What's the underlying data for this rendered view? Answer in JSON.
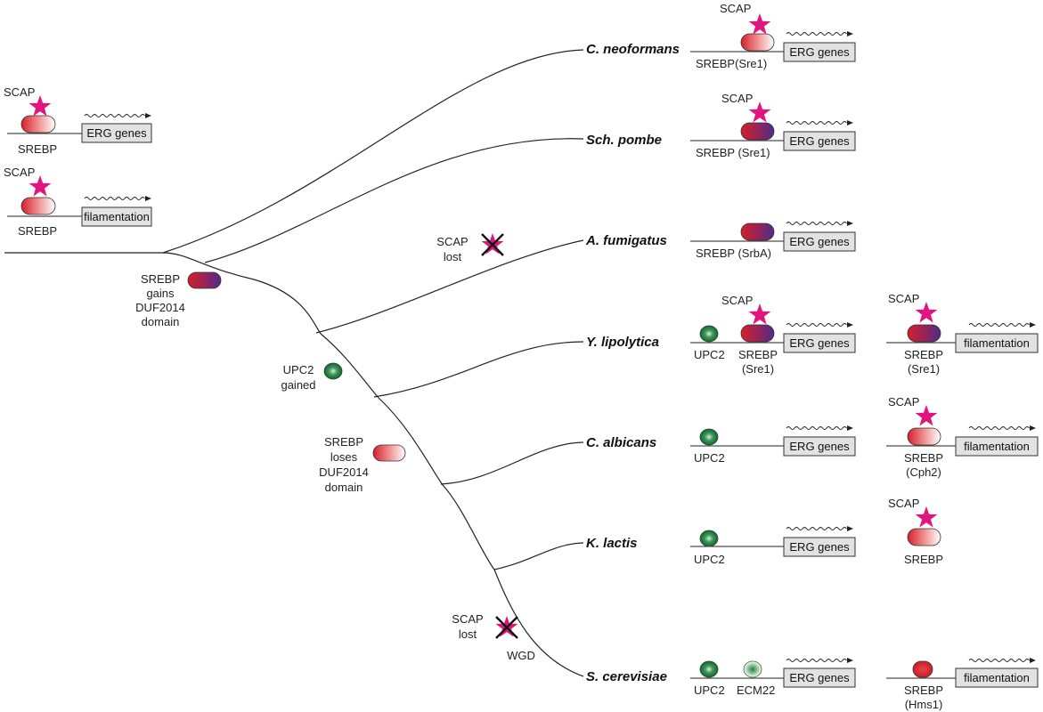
{
  "colors": {
    "scap": "#e0157f",
    "srebp_red": "#d4202b",
    "srebp_purple": "#4b2d8a",
    "upc2": "#2d7b4a",
    "box_fill": "#e2e2e2"
  },
  "ancestor": {
    "scap_label": "SCAP",
    "srebp_label": "SREBP",
    "erg_box": "ERG genes",
    "filament_box": "filamentation"
  },
  "events": {
    "gain_text": [
      "SREBP",
      "gains",
      "DUF2014",
      "domain"
    ],
    "upc2_text": [
      "UPC2",
      "gained"
    ],
    "lose_text": [
      "SREBP",
      "loses",
      "DUF2014",
      "domain"
    ],
    "scap_lost_1": [
      "SCAP",
      "lost"
    ],
    "scap_lost_2": [
      "SCAP",
      "lost"
    ],
    "wgd": "WGD"
  },
  "species": [
    {
      "name": "C. neoformans",
      "scap": "SCAP",
      "srebp": "SREBP(Sre1)",
      "box": "ERG genes"
    },
    {
      "name": "Sch. pombe",
      "scap": "SCAP",
      "srebp": "SREBP (Sre1)",
      "box": "ERG genes"
    },
    {
      "name": "A. fumigatus",
      "srebp": "SREBP (SrbA)",
      "box": "ERG genes"
    },
    {
      "name": "Y. lipolytica",
      "scap": "SCAP",
      "upc2": "UPC2",
      "srebp_l1": "SREBP",
      "srebp_l2": "(Sre1)",
      "box": "ERG genes",
      "r_scap": "SCAP",
      "r_srebp_l1": "SREBP",
      "r_srebp_l2": "(Sre1)",
      "r_box": "filamentation"
    },
    {
      "name": "C. albicans",
      "upc2": "UPC2",
      "box": "ERG genes",
      "r_scap": "SCAP",
      "r_srebp_l1": "SREBP",
      "r_srebp_l2": "(Cph2)",
      "r_box": "filamentation"
    },
    {
      "name": "K. lactis",
      "upc2": "UPC2",
      "box": "ERG genes",
      "r_scap": "SCAP",
      "r_srebp": "SREBP"
    },
    {
      "name": "S. cerevisiae",
      "upc2": "UPC2",
      "ecm22": "ECM22",
      "box": "ERG genes",
      "r_srebp_l1": "SREBP",
      "r_srebp_l2": "(Hms1)",
      "r_box": "filamentation"
    }
  ]
}
